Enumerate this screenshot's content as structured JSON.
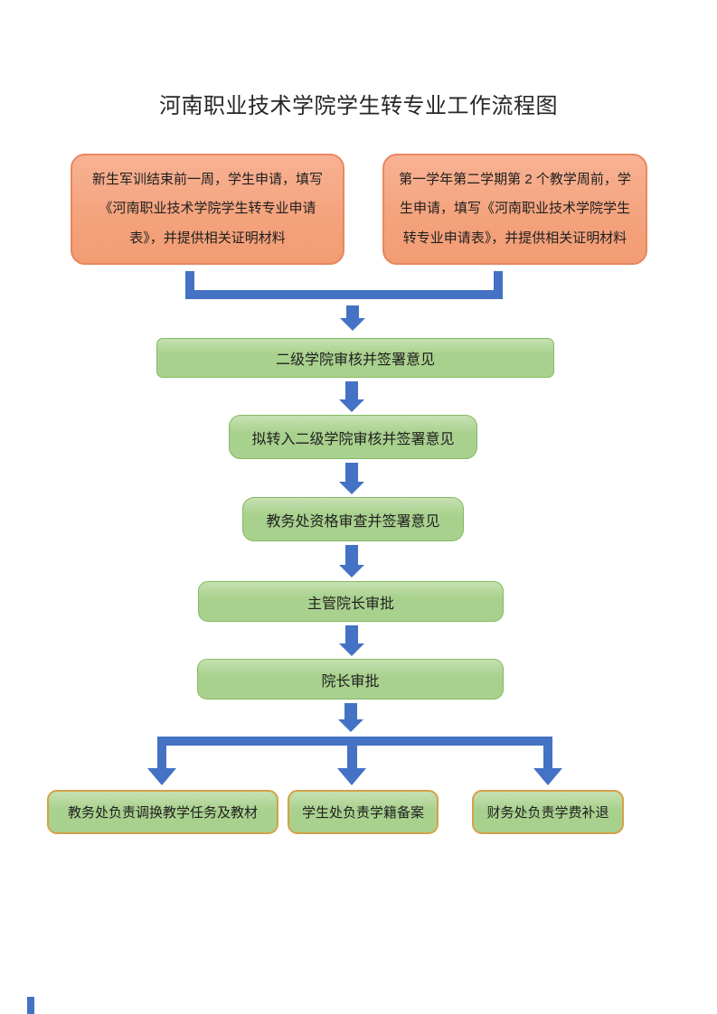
{
  "page": {
    "title": "河南职业技术学院学生转专业工作流程图"
  },
  "flow": {
    "starts": [
      {
        "label": "新生军训结束前一周，学生申请，填写《河南职业技术学院学生转专业申请表》，并提供相关证明材料"
      },
      {
        "label": "第一学年第二学期第 2 个教学周前，学生申请，填写《河南职业技术学院学生转专业申请表》，并提供相关证明材料"
      }
    ],
    "steps": [
      {
        "label": "二级学院审核并签署意见"
      },
      {
        "label": "拟转入二级学院审核并签署意见"
      },
      {
        "label": "教务处资格审查并签署意见"
      },
      {
        "label": "主管院长审批"
      },
      {
        "label": "院长审批"
      }
    ],
    "outcomes": [
      {
        "label": "教务处负责调换教学任务及教材"
      },
      {
        "label": "学生处负责学籍备案"
      },
      {
        "label": "财务处负责学费补退"
      }
    ]
  },
  "colors": {
    "connector": "#4472C4",
    "start_fill": "#F4A37D",
    "start_border": "#E9875F",
    "step_fill": "#A9D18E",
    "step_border": "#84BA62",
    "outcome_fill": "#A9D18E",
    "outcome_border": "#D5A04A",
    "text": "#1F1F1F"
  }
}
